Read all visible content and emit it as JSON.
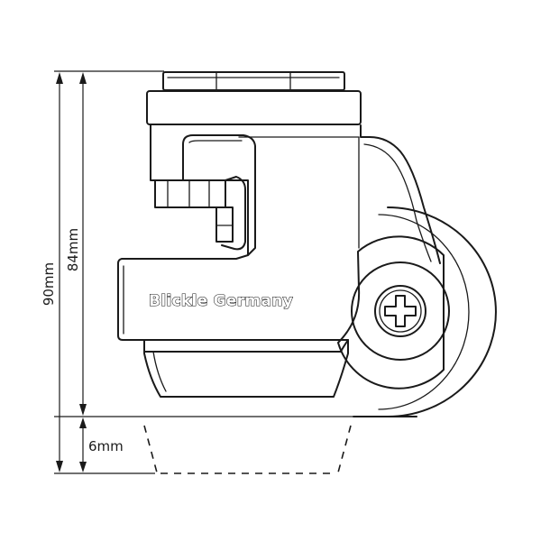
{
  "dimensions": {
    "total_height": "90mm",
    "body_height": "84mm",
    "stroke_length": "6mm"
  },
  "brand": {
    "label": "Blickle Germany"
  },
  "colors": {
    "line": "#1a1a1a",
    "background": "#ffffff"
  }
}
